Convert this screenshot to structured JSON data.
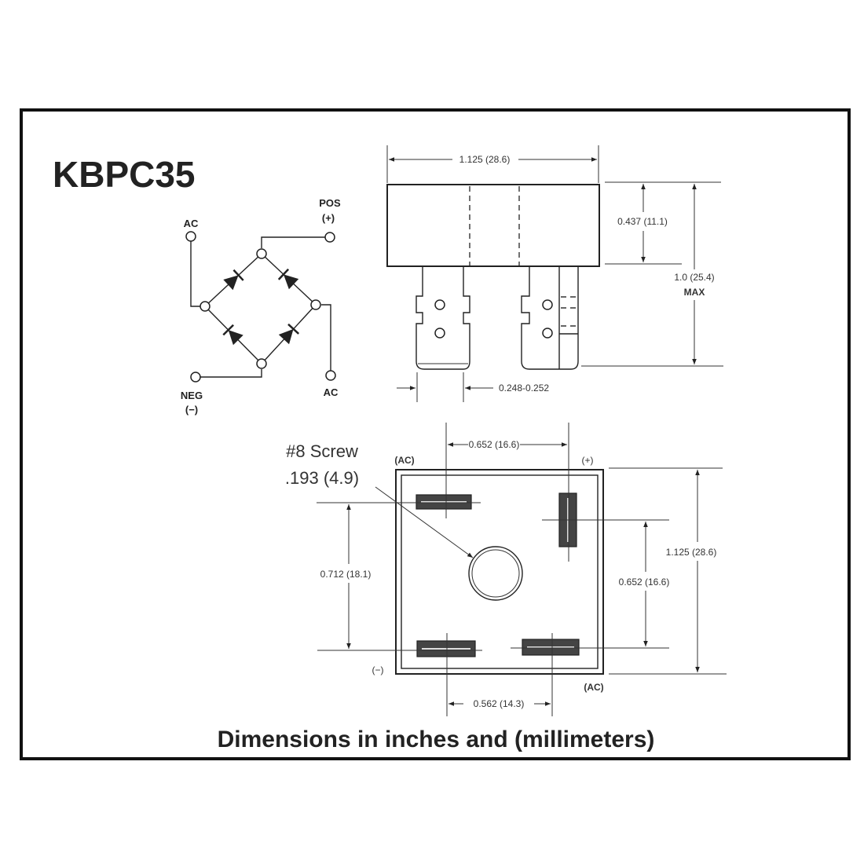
{
  "title": "KBPC35",
  "footer": "Dimensions in inches and (millimeters)",
  "schematic": {
    "ac_top": "AC",
    "pos": "POS",
    "pos_sign": "(+)",
    "neg": "NEG",
    "neg_sign": "(−)",
    "ac_bottom": "AC"
  },
  "side_view": {
    "width_dim": "1.125 (28.6)",
    "body_height_dim": "0.437 (11.1)",
    "total_height_dim": "1.0 (25.4)",
    "total_height_note": "MAX",
    "lead_width_dim": "0.248-0.252"
  },
  "bottom_view": {
    "screw_label": "#8 Screw",
    "screw_dim": ".193 (4.9)",
    "top_spacing_dim": "0.652 (16.6)",
    "left_spacing_dim": "0.712 (18.1)",
    "right_spacing_dim": "0.652 (16.6)",
    "overall_dim": "1.125 (28.6)",
    "bottom_spacing_dim": "0.562 (14.3)",
    "pin_ac_top": "(AC)",
    "pin_pos": "(+)",
    "pin_neg": "(−)",
    "pin_ac_bottom": "(AC)"
  }
}
